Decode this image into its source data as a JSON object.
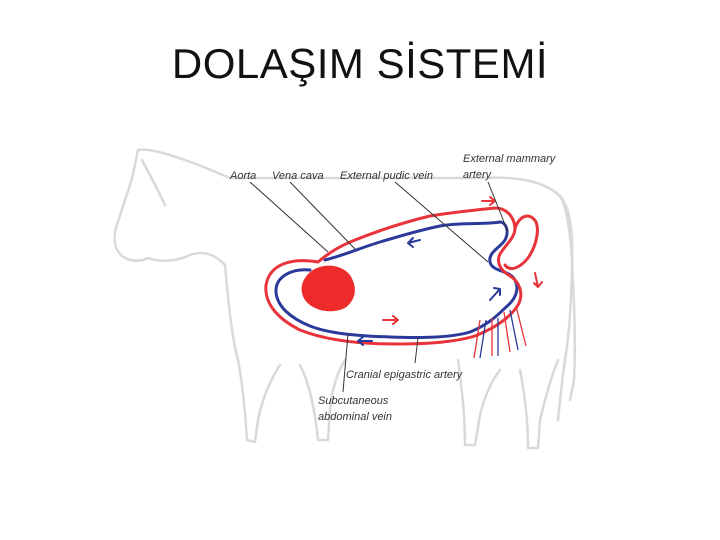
{
  "slide": {
    "title": "DOLAŞIM SİSTEMİ"
  },
  "diagram": {
    "labels": {
      "aorta": "Aorta",
      "vena_cava": "Vena cava",
      "external_pudic_vein": "External pudic vein",
      "external_mammary_artery_line1": "External mammary",
      "external_mammary_artery_line2": "artery",
      "cranial_epigastric_artery": "Cranial epigastric artery",
      "subcutaneous_line1": "Subcutaneous",
      "subcutaneous_line2": "abdominal vein"
    },
    "colors": {
      "artery": "#e8333a",
      "vein": "#2b3a9a",
      "outline": "#d9d9d9",
      "heart": "#ee2b2b",
      "pointer": "#333333"
    }
  }
}
